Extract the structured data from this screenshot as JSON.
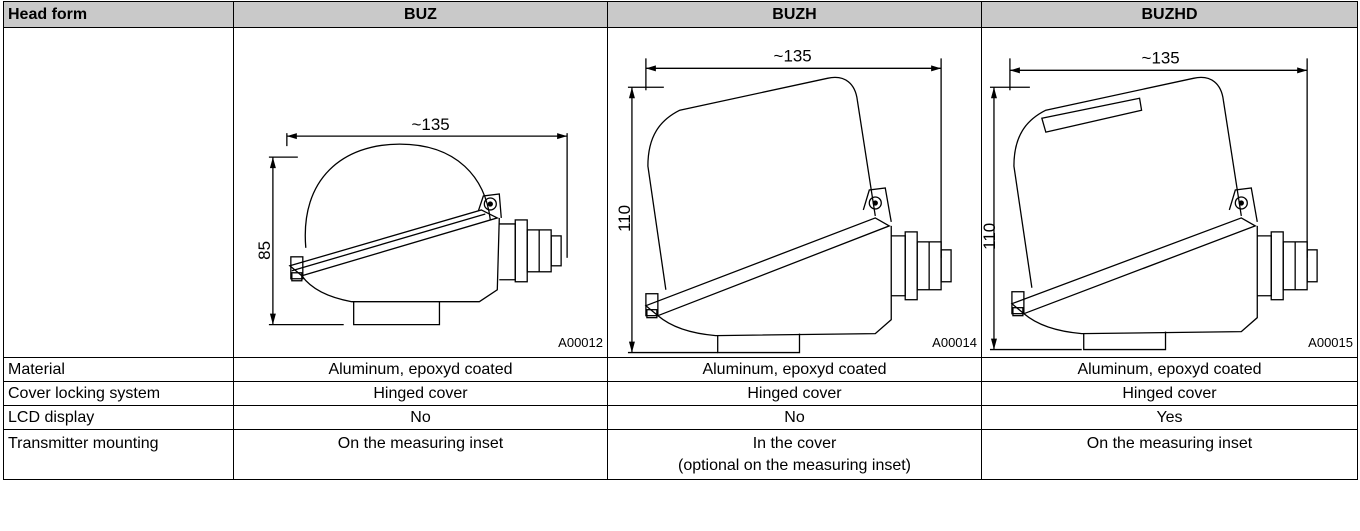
{
  "table": {
    "header": [
      "Head form",
      "BUZ",
      "BUZH",
      "BUZHD"
    ],
    "drawings": [
      {
        "code": "A00012",
        "width_label": "~135",
        "height_label": "85"
      },
      {
        "code": "A00014",
        "width_label": "~135",
        "height_label": "110"
      },
      {
        "code": "A00015",
        "width_label": "~135",
        "height_label": "110"
      }
    ],
    "rows": [
      {
        "label": "Material",
        "values": [
          "Aluminum, epoxyd coated",
          "Aluminum, epoxyd coated",
          "Aluminum, epoxyd coated"
        ]
      },
      {
        "label": "Cover locking system",
        "values": [
          "Hinged cover",
          "Hinged cover",
          "Hinged cover"
        ]
      },
      {
        "label": "LCD display",
        "values": [
          "No",
          "No",
          "Yes"
        ]
      },
      {
        "label": "Transmitter mounting",
        "values": [
          "On the measuring inset",
          "In the cover",
          "On the measuring inset"
        ],
        "extra": [
          "",
          "(optional on the measuring inset)",
          ""
        ]
      }
    ]
  }
}
